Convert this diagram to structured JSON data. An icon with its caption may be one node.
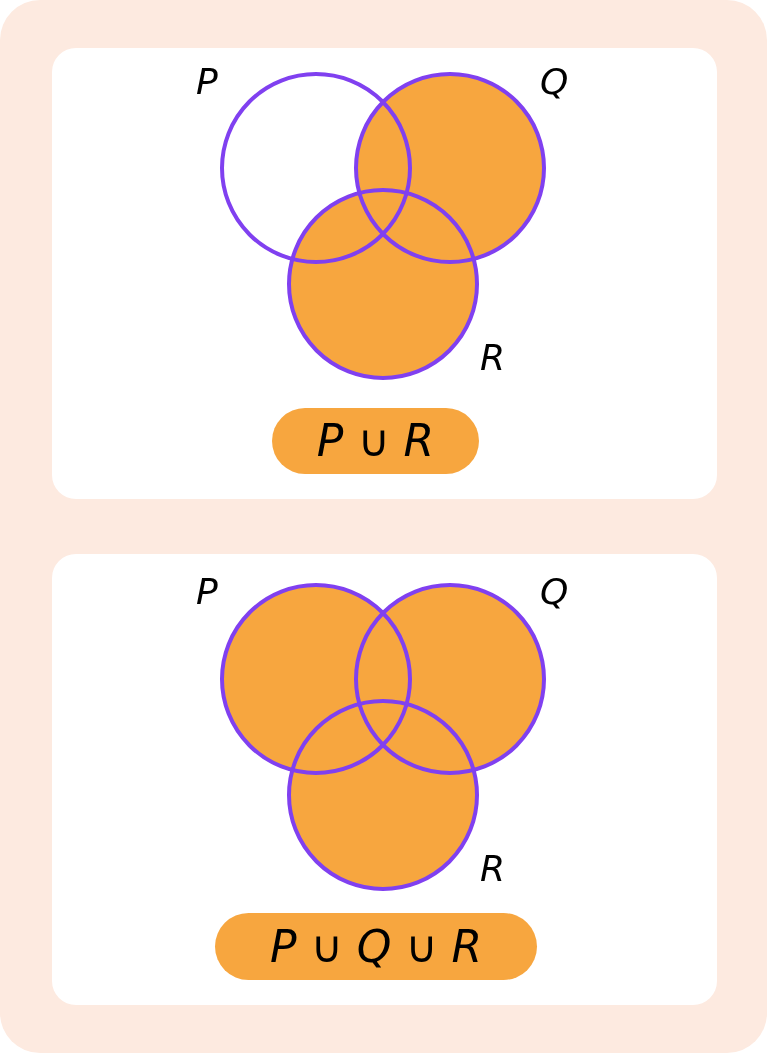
{
  "diagram": {
    "nodes": [
      {
        "text": [],
        "shape": "box"
      },
      {
        "text": [
          "*P* ∪ *R*"
        ],
        "in": 0
      },
      {
        "text": [],
        "shape": "box"
      },
      {
        "text": [
          "*P* ∪ *Q* ∪ *R*"
        ],
        "in": 2
      }
    ],
    "edges": [],
    "labels": [
      "P",
      "Q",
      "R",
      "P",
      "Q",
      "R"
    ]
  }
}
